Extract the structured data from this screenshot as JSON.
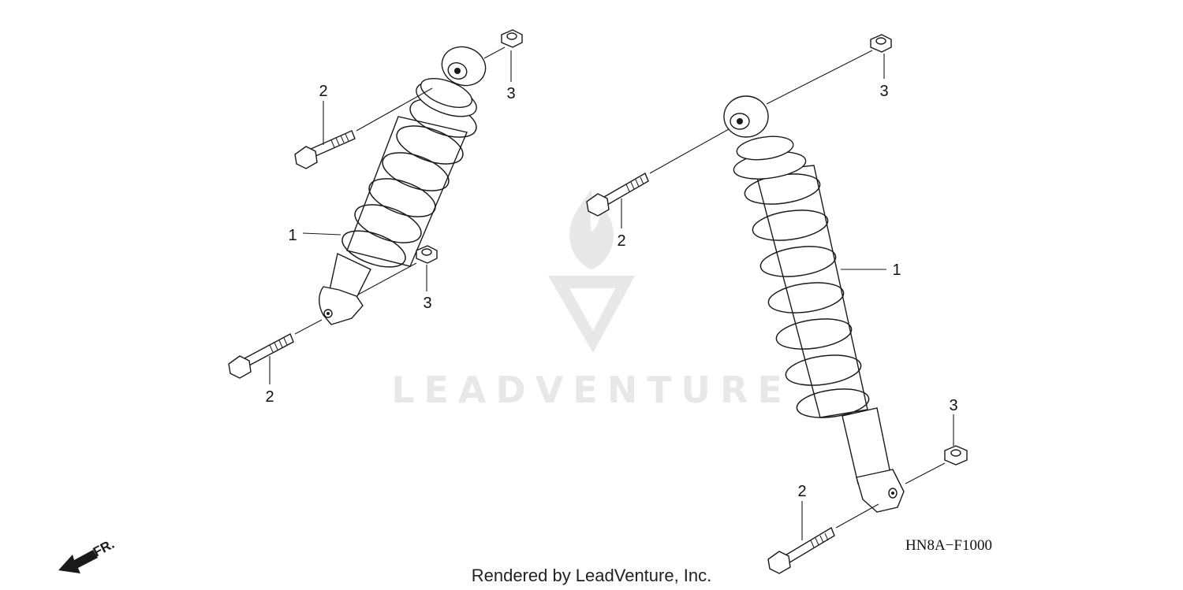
{
  "diagram": {
    "watermark_text": "LEADVENTURE",
    "diagram_code": "HN8A−F1000",
    "credit_text": "Rendered by LeadVenture, Inc.",
    "front_arrow_label": "FR.",
    "callouts": {
      "left_bolt_top": "2",
      "left_nut_top": "3",
      "left_shock": "1",
      "left_nut_bottom": "3",
      "left_bolt_bottom": "2",
      "right_nut_top": "3",
      "right_bolt_top": "2",
      "right_shock": "1",
      "right_nut_bottom": "3",
      "right_bolt_bottom": "2"
    },
    "colors": {
      "ink": "#1a1a1a",
      "watermark": "#e6e6e6"
    }
  }
}
